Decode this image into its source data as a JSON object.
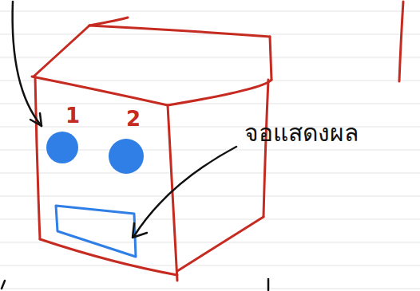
{
  "diagram": {
    "labels": [
      "1",
      "2",
      "จอแสดงผล"
    ]
  }
}
